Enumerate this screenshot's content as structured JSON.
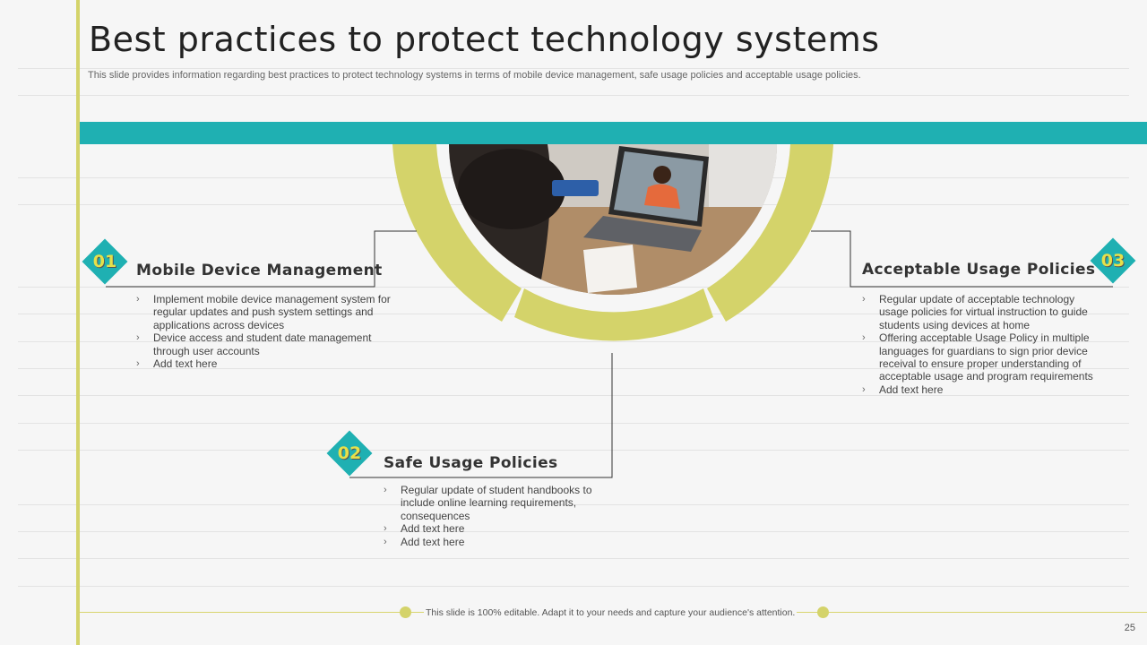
{
  "slide": {
    "title": "Best practices to protect technology systems",
    "subtitle": "This slide provides information regarding best practices to protect technology systems in terms of mobile device management, safe usage policies and acceptable usage policies.",
    "footer_text": "This slide is 100% editable. Adapt it to your needs and capture your audience's attention.",
    "page_number": "25"
  },
  "colors": {
    "teal": "#1fb0b2",
    "olive": "#d4d36a",
    "badge_number": "#e6e04a"
  },
  "sections": [
    {
      "number": "01",
      "title": "Mobile Device Management",
      "bullets": [
        "Implement mobile device management system for regular updates and push system settings and applications across devices",
        "Device access and student date management through user accounts",
        "Add text here"
      ]
    },
    {
      "number": "02",
      "title": "Safe Usage Policies",
      "bullets": [
        "Regular update of student handbooks to include online learning requirements, consequences",
        "Add text here",
        "Add text here"
      ]
    },
    {
      "number": "03",
      "title": "Acceptable Usage Policies",
      "bullets": [
        "Regular update of acceptable technology usage policies for virtual instruction to guide students using devices at home",
        "Offering acceptable Usage Policy in multiple languages for guardians to sign prior device receival to ensure proper understanding of acceptable usage and program requirements",
        "Add text here"
      ]
    }
  ]
}
